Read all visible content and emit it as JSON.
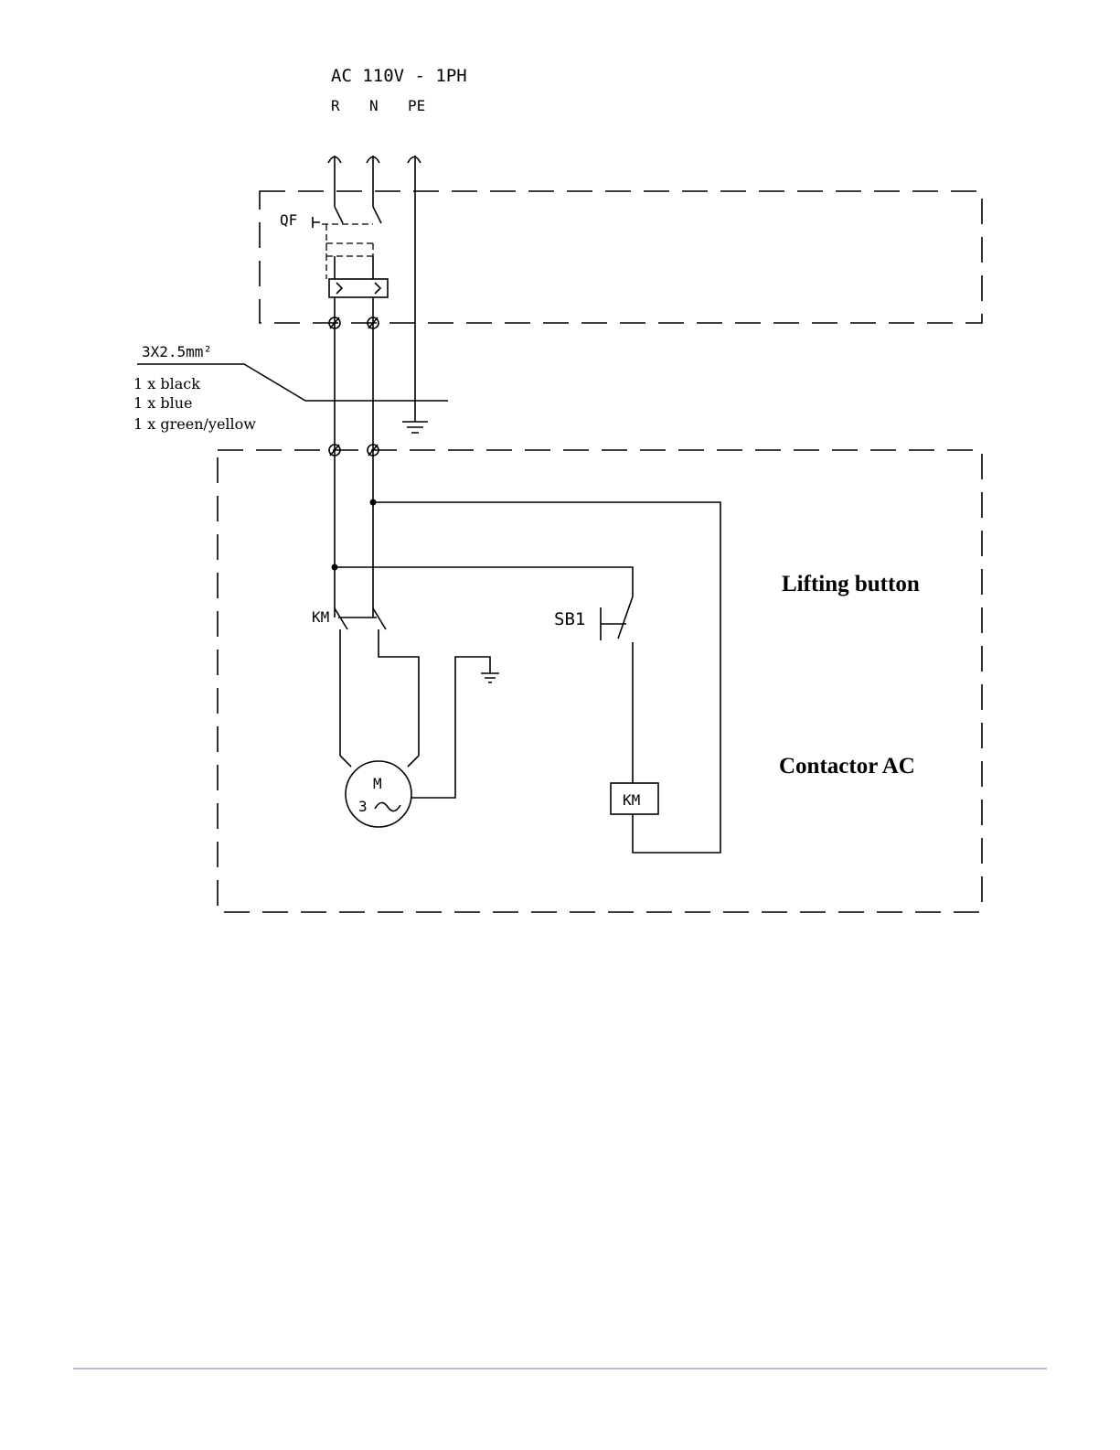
{
  "supply": {
    "title": "AC 110V - 1PH",
    "terminals": [
      "R",
      "N",
      "PE"
    ]
  },
  "breaker": {
    "label": "QF"
  },
  "cable": {
    "spec": "3X2.5mm²",
    "conductors": [
      "1 x black",
      "1 x blue",
      "1 x green/yellow"
    ]
  },
  "contactor_contacts": {
    "label": "KM"
  },
  "button": {
    "label": "SB1"
  },
  "coil": {
    "label": "KM"
  },
  "motor": {
    "label_top": "M",
    "label_phase": "3"
  },
  "annotations": {
    "lifting_button": "Lifting button",
    "contactor": "Contactor AC"
  }
}
